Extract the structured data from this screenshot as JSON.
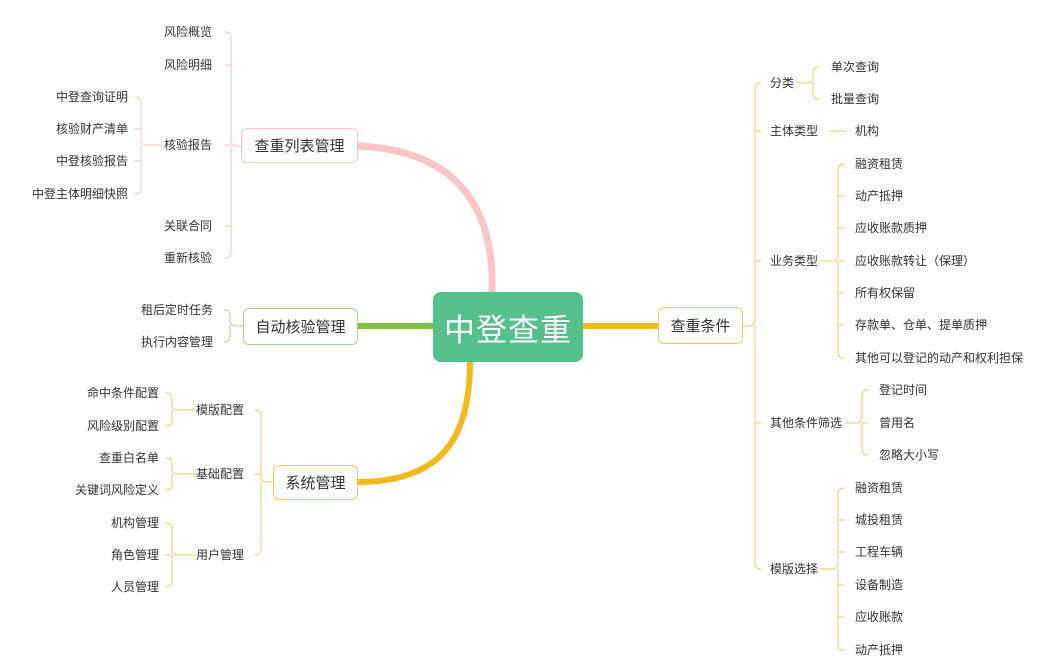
{
  "root": {
    "label": "中登查重"
  },
  "colors": {
    "root": "#55c08b",
    "pink": "#f8c6c6",
    "green": "#7ebf42",
    "gold": "#f3b81a",
    "goldLine": "#f1c763"
  },
  "branches": {
    "list_mgmt": {
      "label": "查重列表管理",
      "children": {
        "overview": "风险概览",
        "detail": "风险明细",
        "report": {
          "label": "核验报告",
          "children": [
            "中登查询证明",
            "核验财产清单",
            "中登核验报告",
            "中登主体明细快照"
          ]
        },
        "contract": "关联合同",
        "recheck": "重新核验"
      }
    },
    "auto_mgmt": {
      "label": "自动核验管理",
      "children": [
        "租后定时任务",
        "执行内容管理"
      ]
    },
    "sys_mgmt": {
      "label": "系统管理",
      "children": [
        {
          "label": "模版配置",
          "children": [
            "命中条件配置",
            "风险级别配置"
          ]
        },
        {
          "label": "基础配置",
          "children": [
            "查重白名单",
            "关键词风险定义"
          ]
        },
        {
          "label": "用户管理",
          "children": [
            "机构管理",
            "角色管理",
            "人员管理"
          ]
        }
      ]
    },
    "conditions": {
      "label": "查重条件",
      "children": [
        {
          "label": "分类",
          "children": [
            "单次查询",
            "批量查询"
          ]
        },
        {
          "label": "主体类型",
          "children": [
            "机构"
          ]
        },
        {
          "label": "业务类型",
          "children": [
            "融资租赁",
            "动产抵押",
            "应收账款质押",
            "应收账款转让（保理）",
            "所有权保留",
            "存款单、仓单、提单质押",
            "其他可以登记的动产和权利担保"
          ]
        },
        {
          "label": "其他条件筛选",
          "children": [
            "登记时间",
            "曾用名",
            "忽略大小写"
          ]
        },
        {
          "label": "模版选择",
          "children": [
            "融资租赁",
            "城投租赁",
            "工程车辆",
            "设备制造",
            "应收账款",
            "动产抵押"
          ]
        }
      ]
    }
  }
}
